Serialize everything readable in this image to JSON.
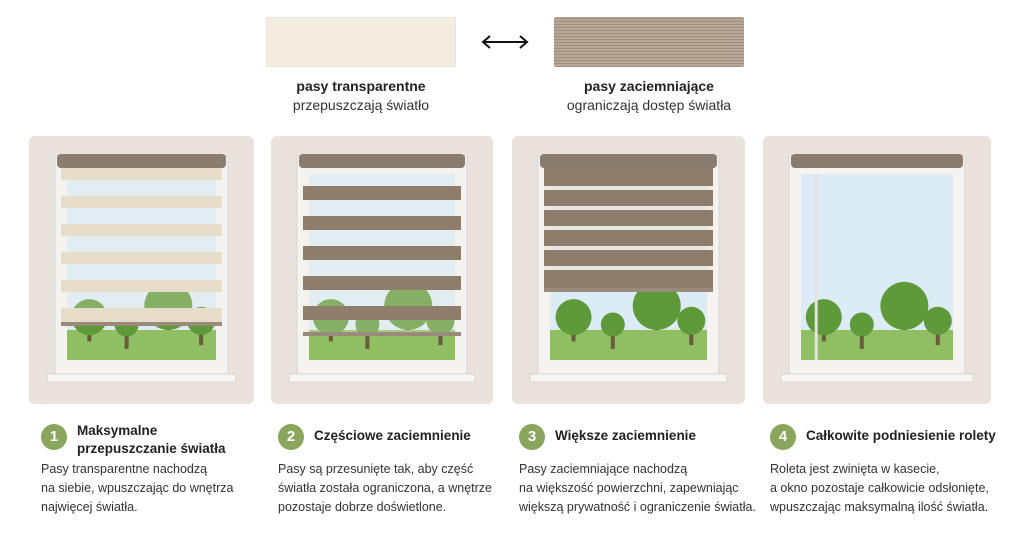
{
  "legend": {
    "transparent_title": "pasy transparentne",
    "transparent_sub": "przepuszczają światło",
    "blackout_title": "pasy zaciemniające",
    "blackout_sub": "ograniczają dostęp światła",
    "arrow_icon": "double-arrow-icon",
    "transparent_color": "#f3ece0",
    "blackout_color": "#ac9a88"
  },
  "steps": [
    {
      "number": "1",
      "title_line1": "Maksymalne",
      "title_line2": "przepuszczanie światła",
      "desc_line1": "Pasy transparentne nachodzą",
      "desc_line2": "na siebie, wpuszczając do wnętrza",
      "desc_line3": "najwięcej światła."
    },
    {
      "number": "2",
      "title_line1": "Częściowe zaciemnienie",
      "title_line2": "",
      "desc_line1": "Pasy są przesunięte tak, aby część",
      "desc_line2": "światła została ograniczona, a wnętrze",
      "desc_line3": "pozostaje dobrze doświetlone."
    },
    {
      "number": "3",
      "title_line1": "Większe zaciemnienie",
      "title_line2": "",
      "desc_line1": "Pasy zaciemniające nachodzą",
      "desc_line2": "na większość powierzchni, zapewniając",
      "desc_line3": "większą prywatność i ograniczenie światła."
    },
    {
      "number": "4",
      "title_line1": "Całkowite podniesienie rolety",
      "title_line2": "",
      "desc_line1": "Roleta jest zwinięta w kasecie,",
      "desc_line2": "a okno pozostaje całkowicie odsłonięte,",
      "desc_line3": "wpuszczając maksymalną ilość światła."
    }
  ],
  "colors": {
    "badge": "#8aa65c",
    "wall": "#e9e3dc",
    "frame": "#f4f2ef",
    "sky": "#dcecf6",
    "grass": "#8fbf62"
  }
}
